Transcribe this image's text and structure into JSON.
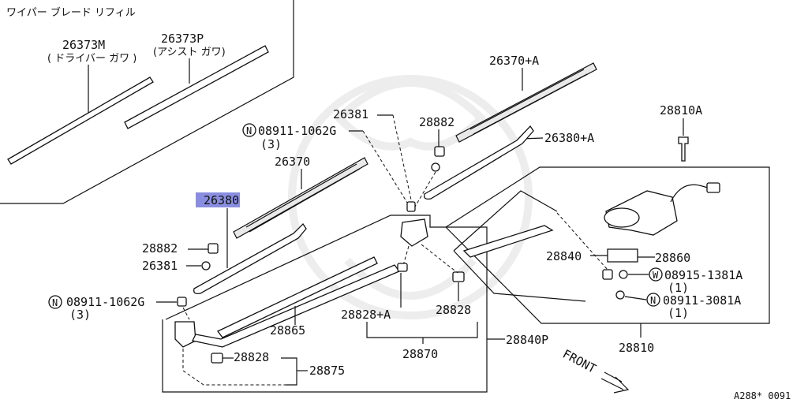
{
  "title_jp": "ワイパー ブレード リフィル",
  "labels": {
    "refill_driver": "26373M",
    "refill_driver_note": "( ドライバー ガワ )",
    "refill_assist": "26373P",
    "refill_assist_note": "(アシスト ガワ)",
    "blade_assist": "26370+A",
    "arm_assist": "26380+A",
    "cap_26381_top": "26381",
    "nut_28882_top": "28882",
    "nut_n_top": "08911-1062G",
    "nut_n_top_qty": "(3)",
    "blade_driver": "26370",
    "arm_driver": "26380",
    "nut_28882_left": "28882",
    "cap_26381_left": "26381",
    "nut_n_left": "08911-1062G",
    "nut_n_left_qty": "(3)",
    "link_28865": "28865",
    "bush_28828_a": "28828+A",
    "bush_28828_b": "28828",
    "bush_28828_c": "28828",
    "link_assy": "28870",
    "link_28875": "28875",
    "frame_28840p": "28840P",
    "motor_28810a": "28810A",
    "bracket_28840": "28840",
    "bracket_28860": "28860",
    "washer_w": "08915-1381A",
    "washer_w_qty": "(1)",
    "nut_n_motor": "08911-3081A",
    "nut_n_motor_qty": "(1)",
    "motor_28810": "28810",
    "front": "FRONT",
    "diagram_code": "A288* 0091"
  },
  "symbols": {
    "n_symbol": "N",
    "w_symbol": "W"
  },
  "highlight_color": "#8a8ee0"
}
